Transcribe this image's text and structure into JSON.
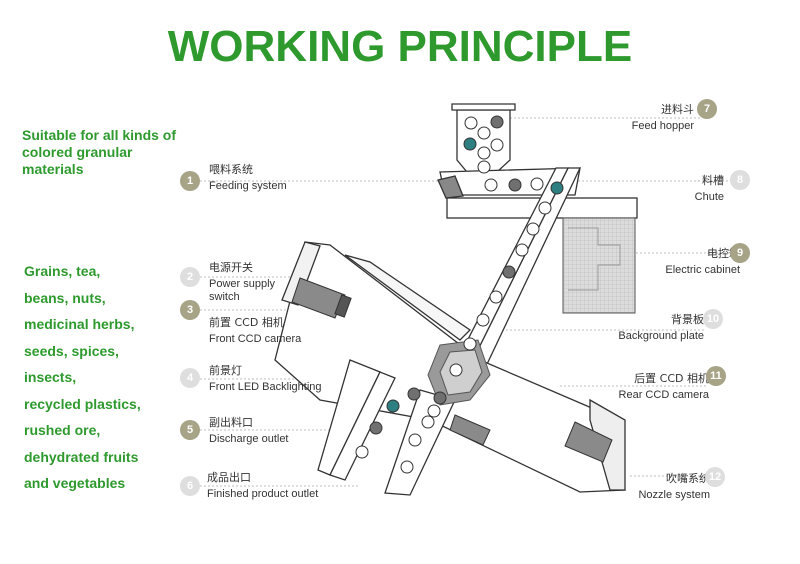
{
  "title": "WORKING PRINCIPLE",
  "suitable": "Suitable for all kinds of colored granular materials",
  "materials": [
    "Grains, tea,",
    "beans, nuts,",
    "medicinal herbs,",
    "seeds, spices,",
    "insects,",
    "recycled plastics,",
    "rushed ore,",
    "dehydrated fruits",
    "and vegetables"
  ],
  "left_labels": [
    {
      "num": "1",
      "zh": "喂料系统",
      "en": "Feeding system"
    },
    {
      "num": "2",
      "zh": "电源开关",
      "en": "Power supply switch"
    },
    {
      "num": "3",
      "zh": "前置 CCD 相机",
      "en": "Front CCD camera"
    },
    {
      "num": "4",
      "zh": "前景灯",
      "en": "Front LED Backlighting"
    },
    {
      "num": "5",
      "zh": "副出料口",
      "en": "Discharge outlet"
    },
    {
      "num": "6",
      "zh": "成品出口",
      "en": "Finished product outlet"
    }
  ],
  "right_labels": [
    {
      "num": "7",
      "zh": "进料斗",
      "en": "Feed hopper"
    },
    {
      "num": "8",
      "zh": "料槽",
      "en": "Chute"
    },
    {
      "num": "9",
      "zh": "电控箱",
      "en": "Electric cabinet"
    },
    {
      "num": "10",
      "zh": "背景板",
      "en": "Background plate"
    },
    {
      "num": "11",
      "zh": "后置 CCD 相机",
      "en": "Rear CCD camera"
    },
    {
      "num": "12",
      "zh": "吹嘴系统",
      "en": "Nozzle system"
    }
  ],
  "colors": {
    "title_green": "#2e9a2e",
    "badge_dark": "#a6a386",
    "badge_light": "#dedede",
    "teal_grain": "#2e7f82",
    "gray_grain": "#707070"
  }
}
